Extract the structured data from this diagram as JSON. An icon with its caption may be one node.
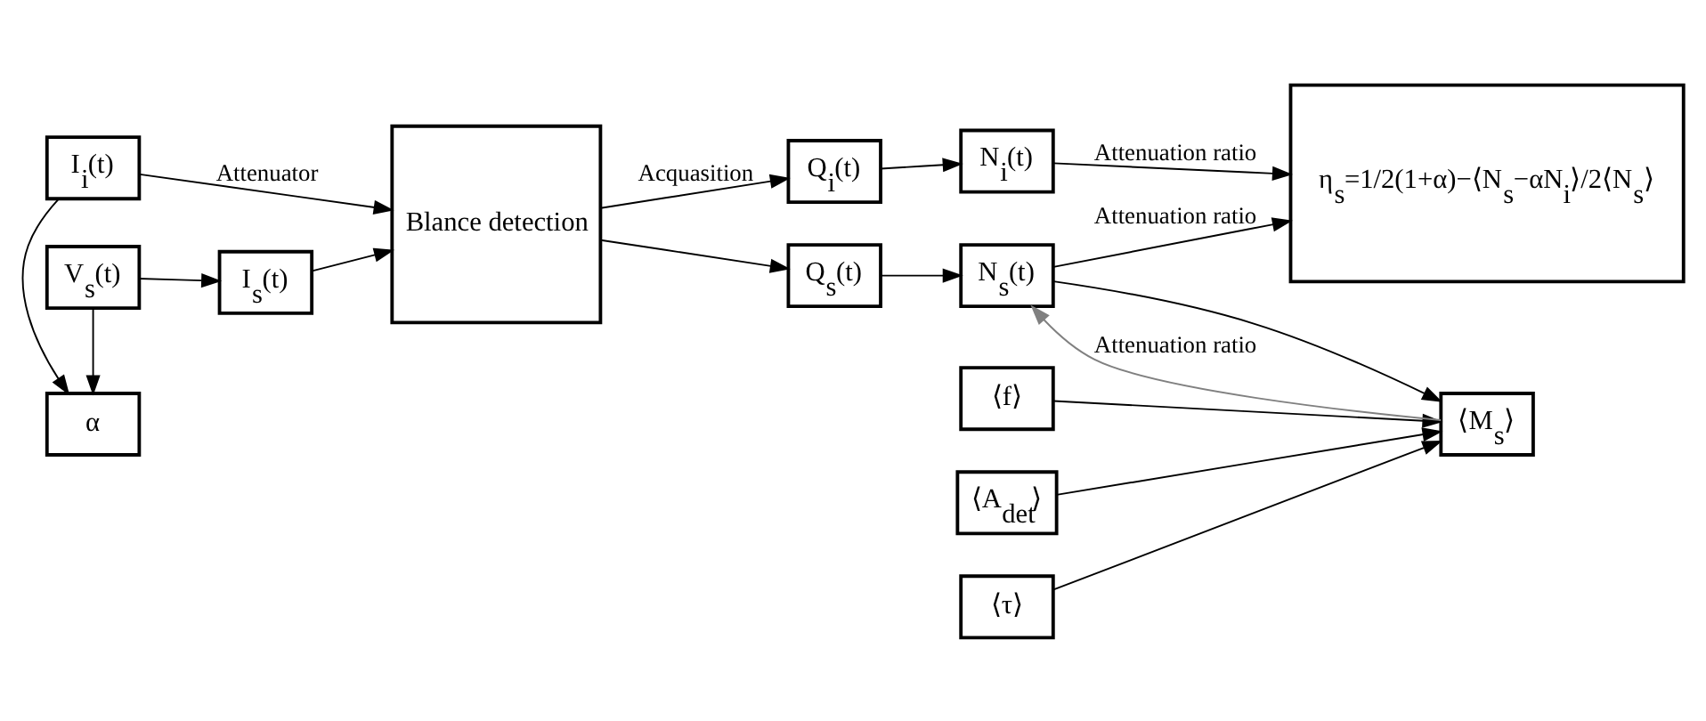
{
  "diagram": {
    "nodes": [
      {
        "text": [
          "I$_{i}$(t)"
        ]
      },
      {
        "text": [
          "α"
        ]
      },
      {
        "text": [
          "V$_{s}$(t)"
        ]
      },
      {
        "text": [
          "I$_{s}$(t)"
        ]
      },
      {
        "text": [
          "Blance detection"
        ]
      },
      {
        "text": [
          "Q$_{i}$(t)"
        ]
      },
      {
        "text": [
          "Q$_{s}$(t)"
        ]
      },
      {
        "text": [
          "N$_{i}$(t)"
        ]
      },
      {
        "text": [
          "N$_{s}$(t)"
        ]
      },
      {
        "text": [
          "η$_{s}$=1/2(1+α)−⟨N$_{s}$−αN$_{i}$⟩/2⟨N$_{s}$⟩"
        ]
      },
      {
        "text": [
          "⟨f⟩"
        ]
      },
      {
        "text": [
          "⟨M$_{s}$⟩"
        ]
      },
      {
        "text": [
          "⟨A$_{det}$⟩"
        ]
      },
      {
        "text": [
          "⟨τ⟩"
        ]
      }
    ],
    "edges": [
      {
        "from": 0,
        "to": 4,
        "arrow": "to",
        "label": "Attenuator"
      },
      {
        "from": 0,
        "to": 1,
        "arrow": "to"
      },
      {
        "from": 2,
        "to": 1,
        "arrow": "to"
      },
      {
        "from": 2,
        "to": 3,
        "arrow": "to"
      },
      {
        "from": 3,
        "to": 4,
        "arrow": "to"
      },
      {
        "from": 4,
        "to": 5,
        "arrow": "to",
        "label": "Acquasition"
      },
      {
        "from": 4,
        "to": 6,
        "arrow": "to"
      },
      {
        "from": 5,
        "to": 7,
        "arrow": "to"
      },
      {
        "from": 6,
        "to": 8,
        "arrow": "to"
      },
      {
        "from": 7,
        "to": 9,
        "arrow": "to",
        "label": "Attenuation ratio"
      },
      {
        "from": 8,
        "to": 9,
        "arrow": "to",
        "label": "Attenuation ratio"
      },
      {
        "from": 8,
        "to": 11,
        "arrow": "to"
      },
      {
        "from": 11,
        "to": 8,
        "arrow": "to",
        "label": "Attenuation ratio",
        "color": "#808080"
      },
      {
        "from": 10,
        "to": 11,
        "arrow": "to"
      },
      {
        "from": 12,
        "to": 11,
        "arrow": "to"
      },
      {
        "from": 13,
        "to": 11,
        "arrow": "to"
      }
    ]
  }
}
